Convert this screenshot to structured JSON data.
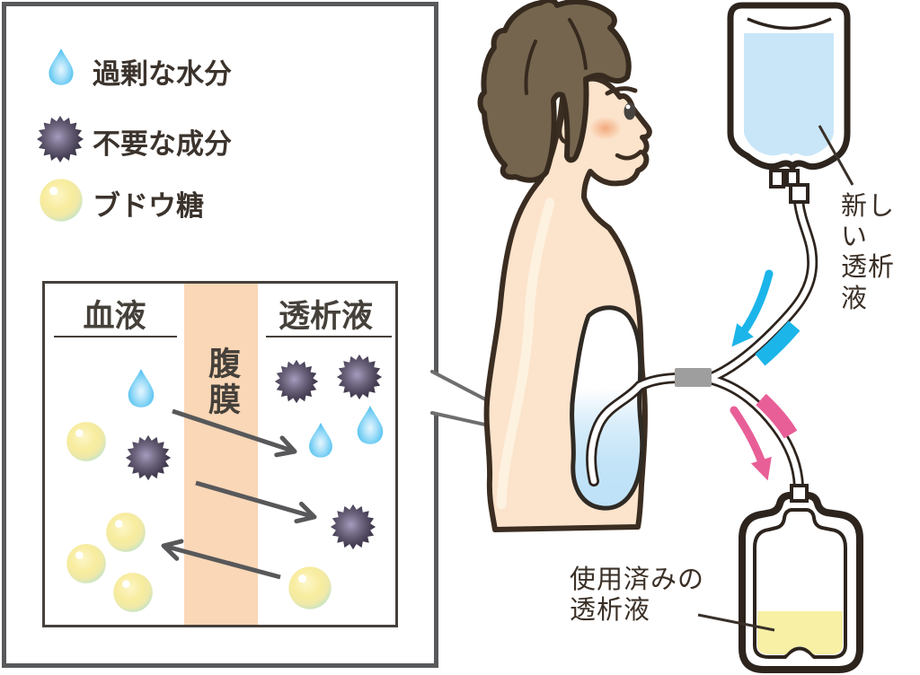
{
  "legend": {
    "items": [
      {
        "name": "excess-water",
        "label": "過剰な水分"
      },
      {
        "name": "waste-components",
        "label": "不要な成分"
      },
      {
        "name": "glucose",
        "label": "ブドウ糖"
      }
    ]
  },
  "membrane_diagram": {
    "blood_label": "血液",
    "membrane_label": "腹膜",
    "dialysate_label": "透析液"
  },
  "labels": {
    "fresh_dialysate": "新しい\n透析液",
    "used_dialysate": "使用済みの\n透析液"
  },
  "colors": {
    "water_blue": "#5ec6f2",
    "waste_dark": "#453e50",
    "glucose_yellow": "#f8ec9e",
    "membrane_peach": "#f9d7b7",
    "inflow_cyan": "#1cb5e9",
    "outflow_pink": "#e85f97",
    "fresh_fluid": "#c9e6f8",
    "used_fluid": "#f8f0a4",
    "skin": "#fce3cb",
    "hair": "#75654e"
  }
}
